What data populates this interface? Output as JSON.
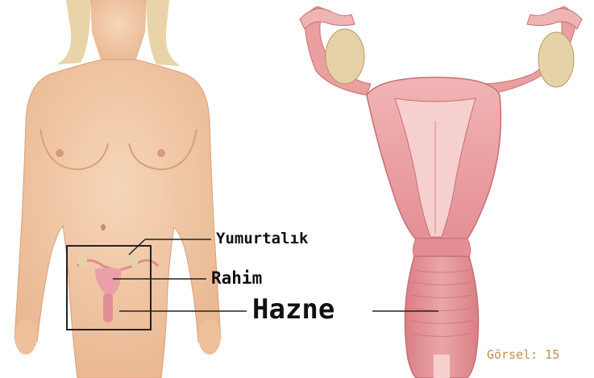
{
  "labels": {
    "ovary": "Yumurtalık",
    "uterus": "Rahim",
    "vagina": "Hazne"
  },
  "caption": "Görsel: 15",
  "colors": {
    "skin": "#f2c9a6",
    "skin_shadow": "#d9a07a",
    "hair": "#e8d4a8",
    "tissue": "#e9a0a0",
    "tissue_light": "#f6cfcf",
    "tissue_dark": "#c76e74",
    "ovary": "#e6d2a8",
    "caption": "#c58a4f",
    "line": "#222222"
  }
}
